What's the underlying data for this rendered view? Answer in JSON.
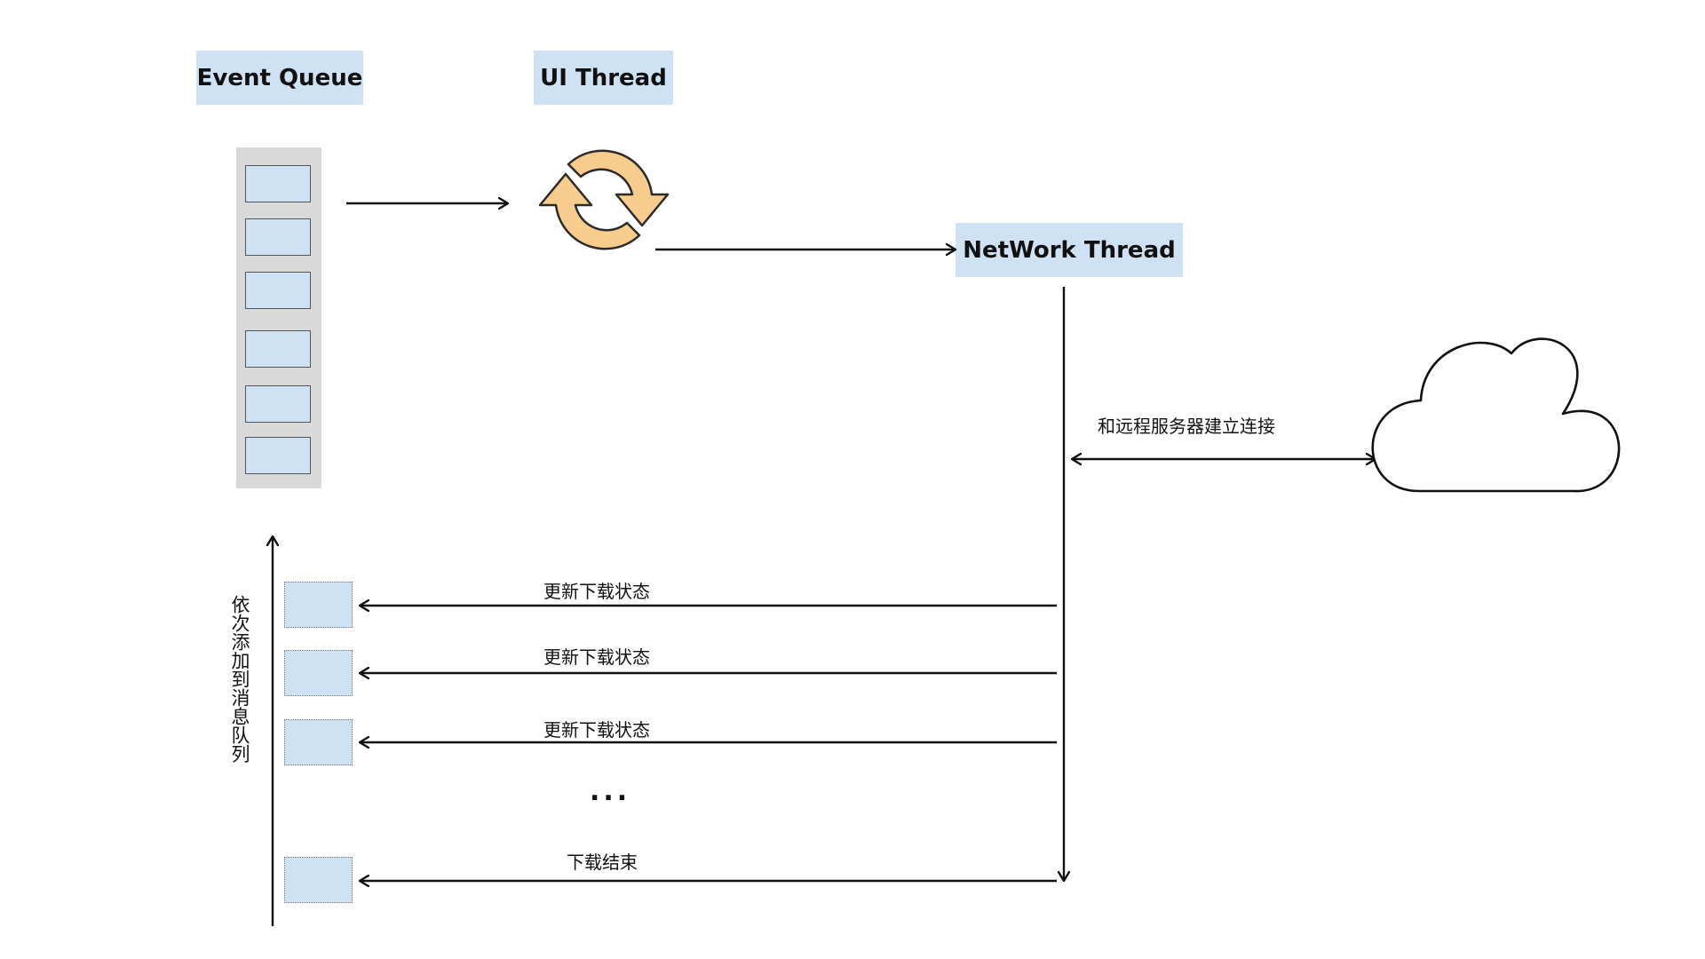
{
  "labels": {
    "event_queue": "Event Queue",
    "ui_thread": "UI Thread",
    "network_thread": "NetWork Thread"
  },
  "annotations": {
    "connect": "和远程服务器建立连接",
    "update_1": "更新下载状态",
    "update_2": "更新下载状态",
    "update_3": "更新下载状态",
    "ellipsis": "...",
    "download_end": "下载结束",
    "vertical": "依次添加到消息队列"
  },
  "colors": {
    "box_fill": "#cfe2f3",
    "queue_fill": "#d9d9d9",
    "loop_icon": "#f8cc8c",
    "line": "#111111"
  },
  "icons": {
    "ui_thread": "refresh-loop-icon",
    "server": "cloud-icon"
  }
}
